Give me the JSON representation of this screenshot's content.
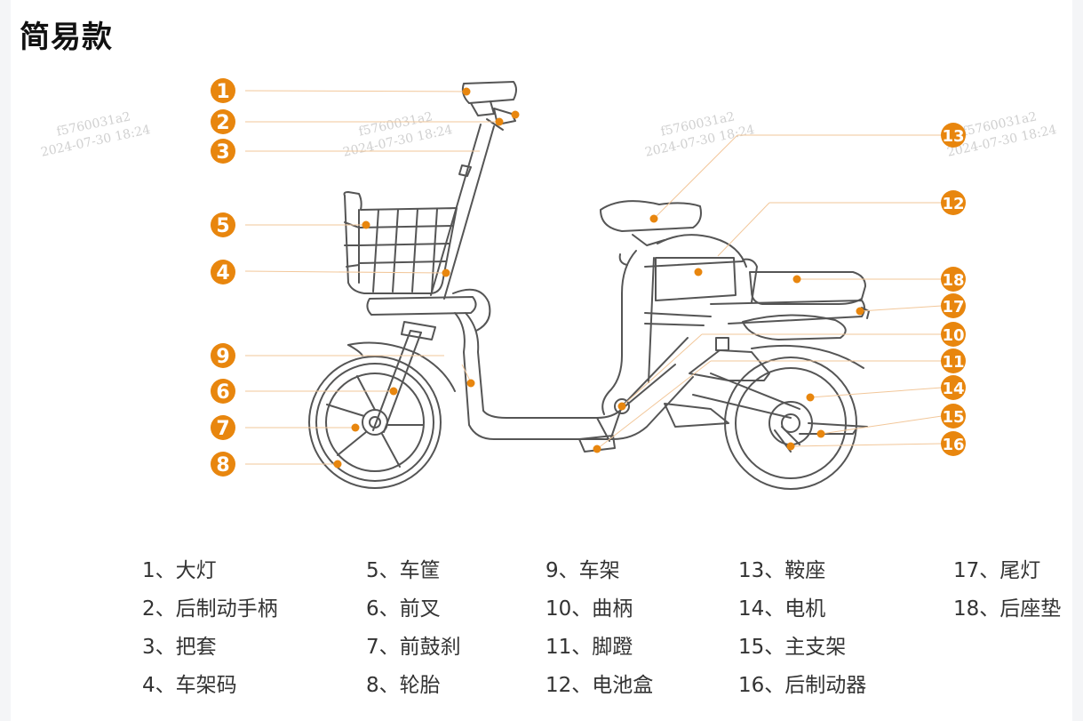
{
  "title": "简易款",
  "watermark": {
    "id": "f5760031a2",
    "timestamp": "2024-07-30 18:24"
  },
  "colors": {
    "accent": "#e8860e",
    "line": "#f2c79a",
    "drawing": "#555555"
  },
  "callouts": [
    {
      "num": "1"
    },
    {
      "num": "2"
    },
    {
      "num": "3"
    },
    {
      "num": "4"
    },
    {
      "num": "5"
    },
    {
      "num": "6"
    },
    {
      "num": "7"
    },
    {
      "num": "8"
    },
    {
      "num": "9"
    },
    {
      "num": "10"
    },
    {
      "num": "11"
    },
    {
      "num": "12"
    },
    {
      "num": "13"
    },
    {
      "num": "14"
    },
    {
      "num": "15"
    },
    {
      "num": "16"
    },
    {
      "num": "17"
    },
    {
      "num": "18"
    }
  ],
  "legend": [
    {
      "label": "1、大灯"
    },
    {
      "label": "2、后制动手柄"
    },
    {
      "label": "3、把套"
    },
    {
      "label": "4、车架码"
    },
    {
      "label": "5、车筐"
    },
    {
      "label": "6、前叉"
    },
    {
      "label": "7、前鼓刹"
    },
    {
      "label": "8、轮胎"
    },
    {
      "label": "9、车架"
    },
    {
      "label": "10、曲柄"
    },
    {
      "label": "11、脚蹬"
    },
    {
      "label": "12、电池盒"
    },
    {
      "label": "13、鞍座"
    },
    {
      "label": "14、电机"
    },
    {
      "label": "15、主支架"
    },
    {
      "label": "16、后制动器"
    },
    {
      "label": "17、尾灯"
    },
    {
      "label": "18、后座垫"
    }
  ]
}
